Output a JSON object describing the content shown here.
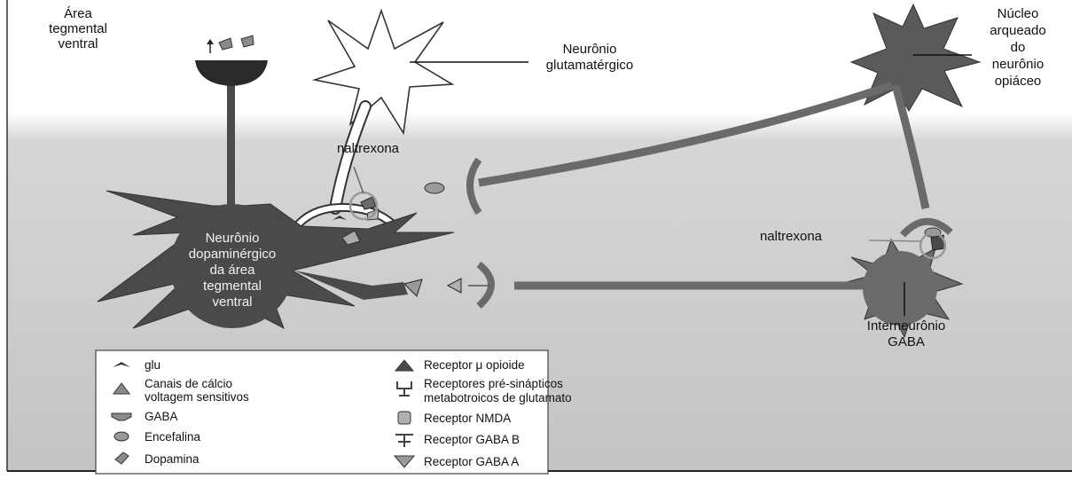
{
  "labels": {
    "vta_line1": "Área",
    "vta_line2": "tegmental",
    "vta_line3": "ventral",
    "glut_line1": "Neurônio",
    "glut_line2": "glutamatérgico",
    "arc_line1": "Núcleo",
    "arc_line2": "arqueado",
    "arc_line3": "do",
    "arc_line4": "neurônio",
    "arc_line5": "opiáceo",
    "naltrexone_top": "naltrexona",
    "naltrexone_right": "naltrexona",
    "da_line1": "Neurônio",
    "da_line2": "dopaminérgico",
    "da_line3": "da área",
    "da_line4": "tegmental",
    "da_line5": "ventral",
    "gaba_line1": "Interneurônio",
    "gaba_line2": "GABA"
  },
  "legend": {
    "glu": "glu",
    "calcium_1": "Canais de cálcio",
    "calcium_2": "voltagem sensitivos",
    "gaba": "GABA",
    "enkephalin": "Encefalina",
    "dopamine": "Dopamina",
    "mu_opioid": "Receptor μ opioide",
    "mglu_1": "Receptores pré-sinápticos",
    "mglu_2": "metabotroicos de glutamato",
    "nmda": "Receptor NMDA",
    "gaba_b": "Receptor GABA B",
    "gaba_a": "Receptor GABA A"
  },
  "colors": {
    "background_top": "#ffffff",
    "background_bottom": "#c9c9c9",
    "neuron_dark": "#4a4a4a",
    "neuron_mid": "#8a8a8a",
    "outline": "#222222"
  }
}
